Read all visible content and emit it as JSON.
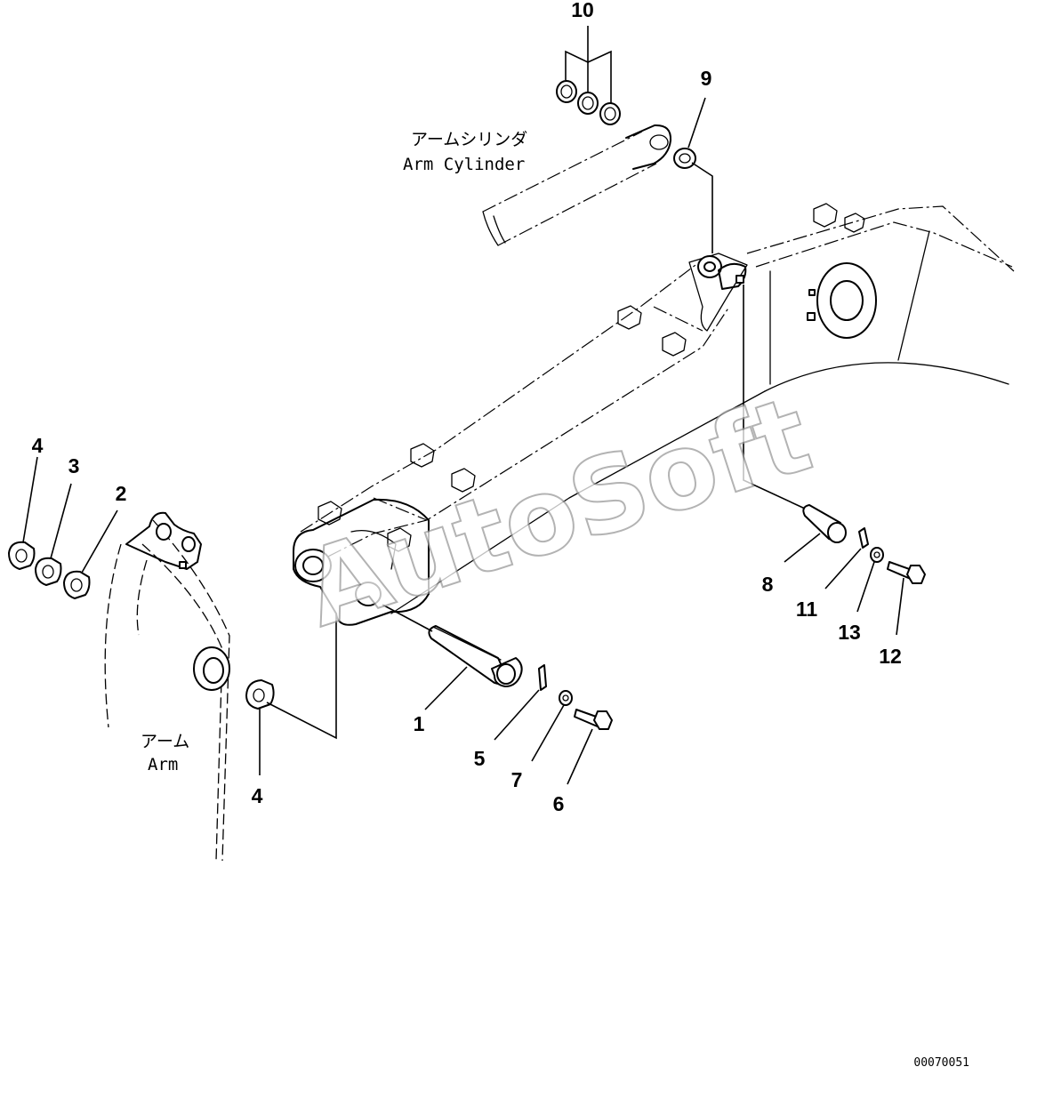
{
  "captions": {
    "arm_cylinder_jp": "アームシリンダ",
    "arm_cylinder_en": "Arm Cylinder",
    "arm_jp": "アーム",
    "arm_en": "Arm"
  },
  "callouts": {
    "c1": "1",
    "c2": "2",
    "c3": "3",
    "c4_left": "4",
    "c4_bottom": "4",
    "c5": "5",
    "c6": "6",
    "c7": "7",
    "c8": "8",
    "c9": "9",
    "c10": "10",
    "c11": "11",
    "c12": "12",
    "c13": "13"
  },
  "watermark": "AutoSoft",
  "drawing_number": "00070051"
}
